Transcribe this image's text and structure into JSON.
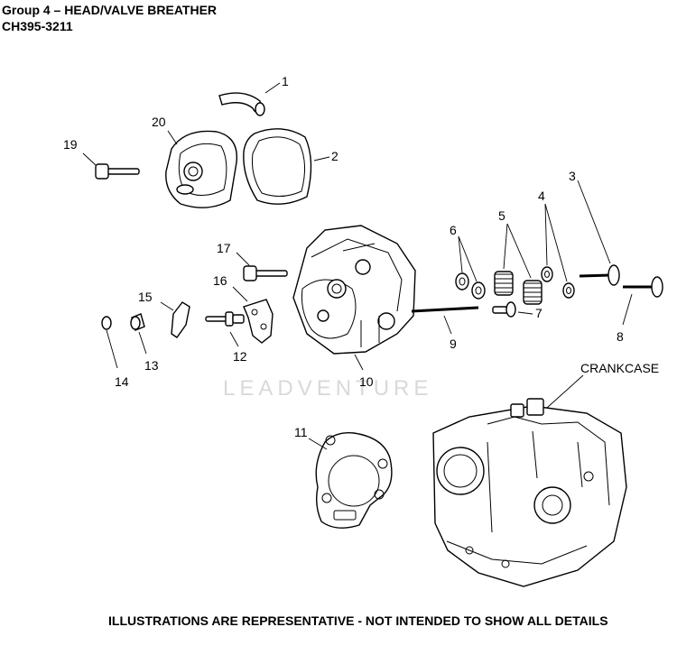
{
  "header": {
    "title": "Group 4 – HEAD/VALVE BREATHER",
    "model": "CH395-3211"
  },
  "watermark": "LEADVENTURE",
  "callouts": {
    "c1": "1",
    "c2": "2",
    "c3": "3",
    "c4": "4",
    "c5": "5",
    "c6": "6",
    "c7": "7",
    "c8": "8",
    "c9": "9",
    "c10": "10",
    "c11": "11",
    "c12": "12",
    "c13": "13",
    "c14": "14",
    "c15": "15",
    "c16": "16",
    "c17": "17",
    "c19": "19",
    "c20": "20",
    "crankcase": "CRANKCASE"
  },
  "footer": {
    "note": "ILLUSTRATIONS ARE REPRESENTATIVE - NOT INTENDED TO SHOW ALL DETAILS"
  }
}
